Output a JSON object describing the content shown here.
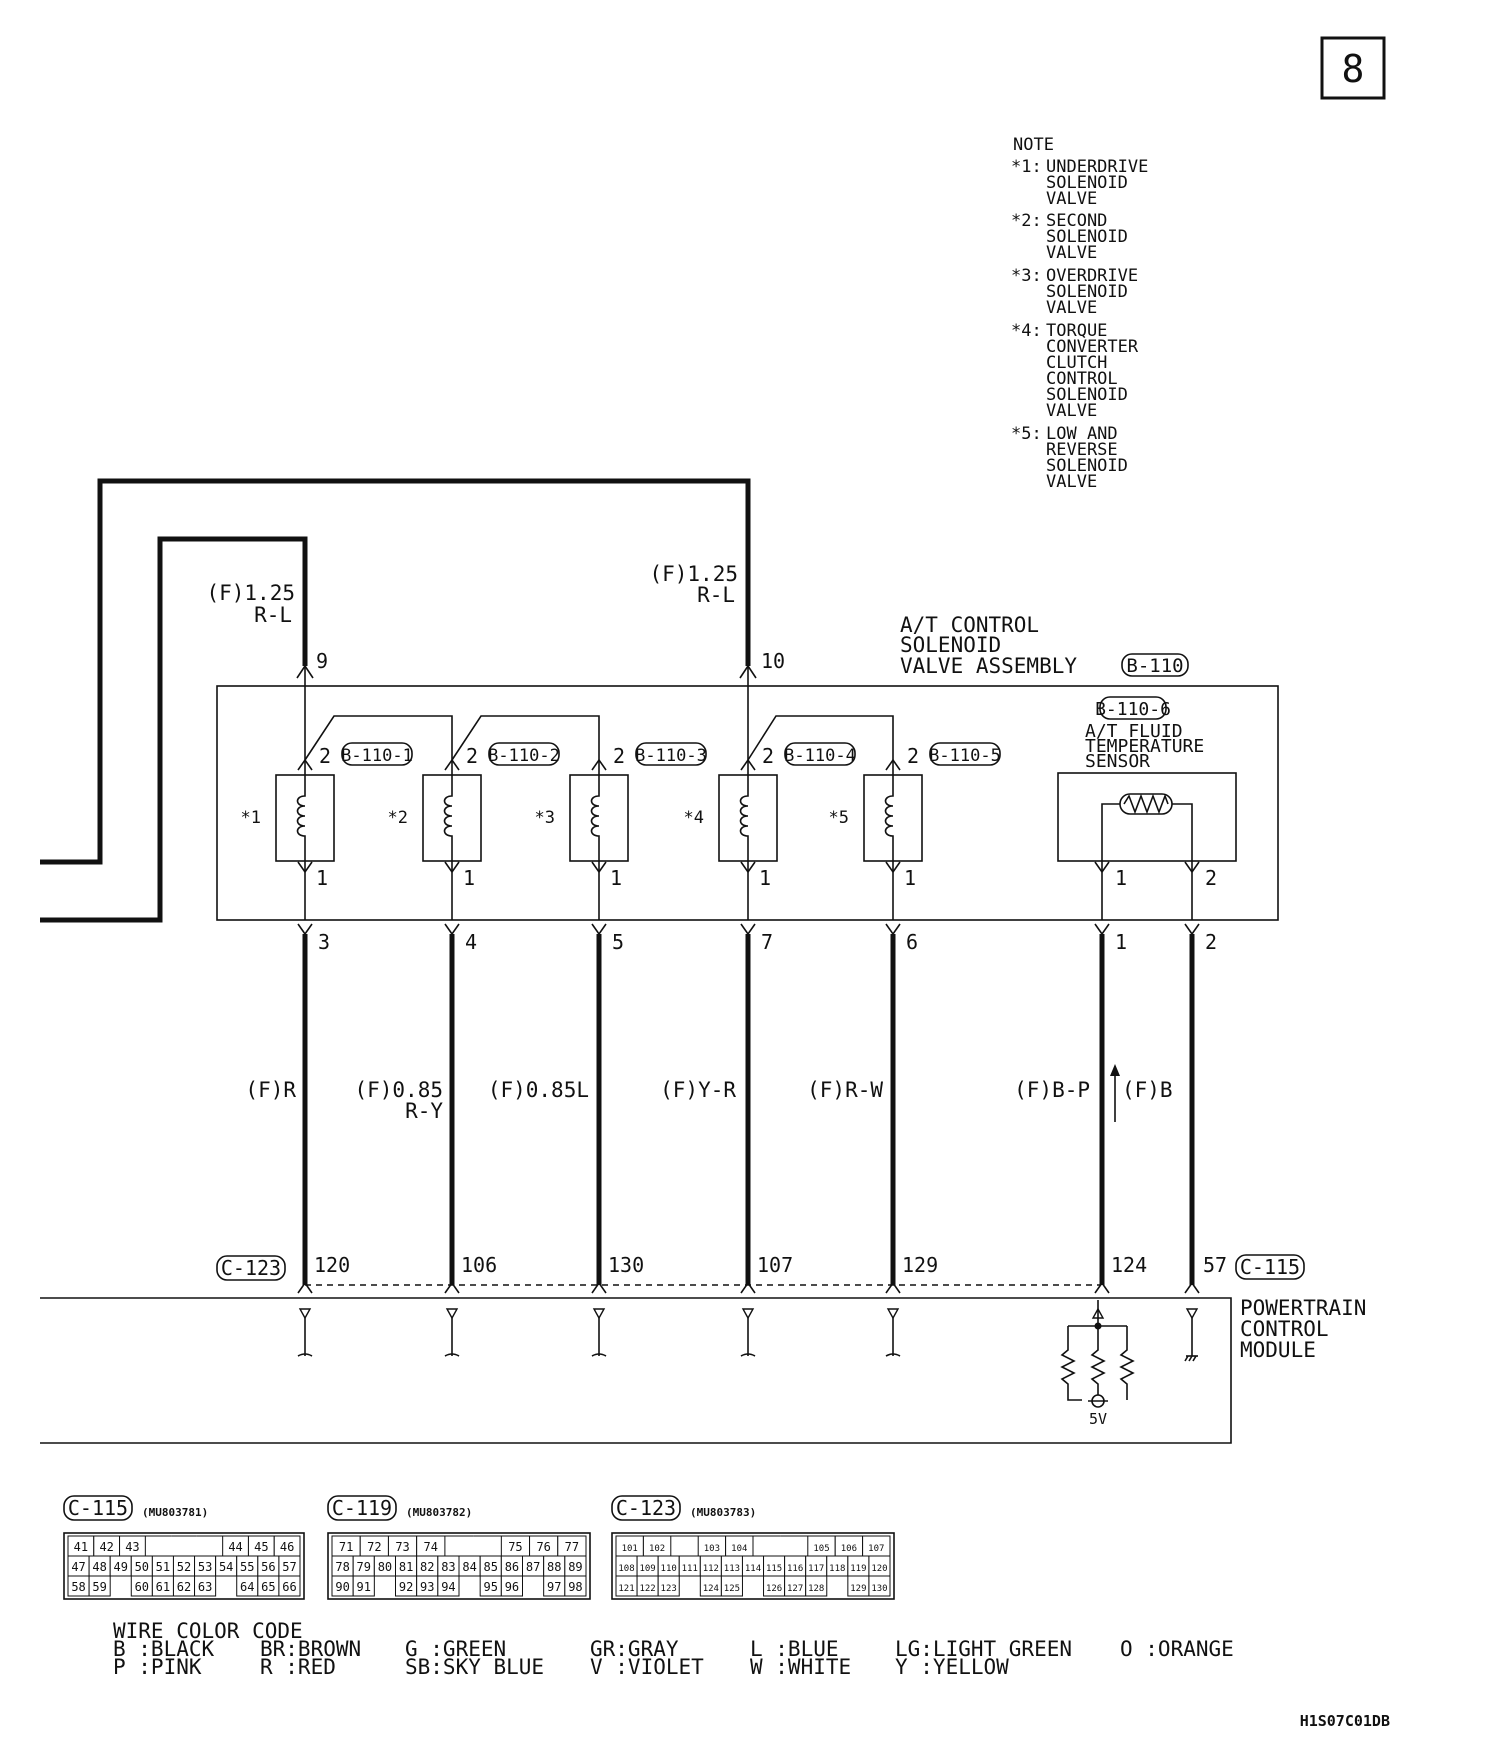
{
  "page_number": "8",
  "note": {
    "title": "NOTE",
    "items": [
      {
        "mark": "*1:",
        "lines": [
          "UNDERDRIVE",
          "SOLENOID",
          "VALVE"
        ]
      },
      {
        "mark": "*2:",
        "lines": [
          "SECOND",
          "SOLENOID",
          "VALVE"
        ]
      },
      {
        "mark": "*3:",
        "lines": [
          "OVERDRIVE",
          "SOLENOID",
          "VALVE"
        ]
      },
      {
        "mark": "*4:",
        "lines": [
          "TORQUE",
          "CONVERTER",
          "CLUTCH",
          "CONTROL",
          "SOLENOID",
          "VALVE"
        ]
      },
      {
        "mark": "*5:",
        "lines": [
          "LOW AND",
          "REVERSE",
          "SOLENOID",
          "VALVE"
        ]
      }
    ]
  },
  "feed_wires": [
    {
      "label1": "(F)1.25",
      "label2": "R-L",
      "pin": "9"
    },
    {
      "label1": "(F)1.25",
      "label2": "R-L",
      "pin": "10"
    }
  ],
  "assembly": {
    "title_lines": [
      "A/T CONTROL",
      "SOLENOID",
      "VALVE ASSEMBLY"
    ],
    "connector": "B-110"
  },
  "solenoids": [
    {
      "mark": "*1",
      "connector": "B-110-1",
      "top_pin": "2",
      "bottom_pin": "1",
      "harness_pin": "3",
      "wire1": "(F)R",
      "wire2": "",
      "pcm_pin": "120"
    },
    {
      "mark": "*2",
      "connector": "B-110-2",
      "top_pin": "2",
      "bottom_pin": "1",
      "harness_pin": "4",
      "wire1": "(F)0.85",
      "wire2": "R-Y",
      "pcm_pin": "106"
    },
    {
      "mark": "*3",
      "connector": "B-110-3",
      "top_pin": "2",
      "bottom_pin": "1",
      "harness_pin": "5",
      "wire1": "(F)0.85L",
      "wire2": "",
      "pcm_pin": "130"
    },
    {
      "mark": "*4",
      "connector": "B-110-4",
      "top_pin": "2",
      "bottom_pin": "1",
      "harness_pin": "7",
      "wire1": "(F)Y-R",
      "wire2": "",
      "pcm_pin": "107"
    },
    {
      "mark": "*5",
      "connector": "B-110-5",
      "top_pin": "2",
      "bottom_pin": "1",
      "harness_pin": "6",
      "wire1": "(F)R-W",
      "wire2": "",
      "pcm_pin": "129"
    }
  ],
  "sensor": {
    "connector": "B-110-6",
    "title_lines": [
      "A/T FLUID",
      "TEMPERATURE",
      "SENSOR"
    ],
    "pins": [
      {
        "inner": "1",
        "harness": "1",
        "wire": "(F)B-P",
        "pcm_pin": "124"
      },
      {
        "inner": "2",
        "harness": "2",
        "wire": "(F)B",
        "pcm_pin": "57"
      }
    ]
  },
  "pcm": {
    "left_connector": "C-123",
    "right_connector": "C-115",
    "title_lines": [
      "POWERTRAIN",
      "CONTROL",
      "MODULE"
    ],
    "supply": "5V"
  },
  "connector_views": [
    {
      "name": "C-115",
      "part": "(MU803781)",
      "rows": [
        [
          "41",
          "42",
          "43",
          "",
          "",
          "",
          "44",
          "45",
          "46"
        ],
        [
          "47",
          "48",
          "49",
          "50",
          "51",
          "52",
          "53",
          "54",
          "55",
          "56",
          "57"
        ],
        [
          "58",
          "59",
          "",
          "60",
          "61",
          "62",
          "63",
          "",
          "64",
          "65",
          "66"
        ]
      ]
    },
    {
      "name": "C-119",
      "part": "(MU803782)",
      "rows": [
        [
          "71",
          "72",
          "73",
          "74",
          "",
          "",
          "75",
          "76",
          "77"
        ],
        [
          "78",
          "79",
          "80",
          "81",
          "82",
          "83",
          "84",
          "85",
          "86",
          "87",
          "88",
          "89"
        ],
        [
          "90",
          "91",
          "",
          "92",
          "93",
          "94",
          "",
          "95",
          "96",
          "",
          "97",
          "98"
        ]
      ]
    },
    {
      "name": "C-123",
      "part": "(MU803783)",
      "rows": [
        [
          "101",
          "102",
          "",
          "103",
          "104",
          "",
          "",
          "105",
          "106",
          "107"
        ],
        [
          "108",
          "109",
          "110",
          "111",
          "112",
          "113",
          "114",
          "115",
          "116",
          "117",
          "118",
          "119",
          "120"
        ],
        [
          "121",
          "122",
          "123",
          "",
          "124",
          "125",
          "",
          "126",
          "127",
          "128",
          "",
          "129",
          "130"
        ]
      ]
    }
  ],
  "wire_color_code": {
    "title": "WIRE COLOR CODE",
    "row1": [
      "B :BLACK",
      "BR:BROWN",
      "G :GREEN",
      "GR:GRAY",
      "L :BLUE",
      "LG:LIGHT GREEN",
      "O :ORANGE"
    ],
    "row2": [
      "P :PINK",
      "R :RED",
      "SB:SKY BLUE",
      "V :VIOLET",
      "W :WHITE",
      "Y :YELLOW"
    ]
  },
  "figure_code": "H1S07C01DB"
}
